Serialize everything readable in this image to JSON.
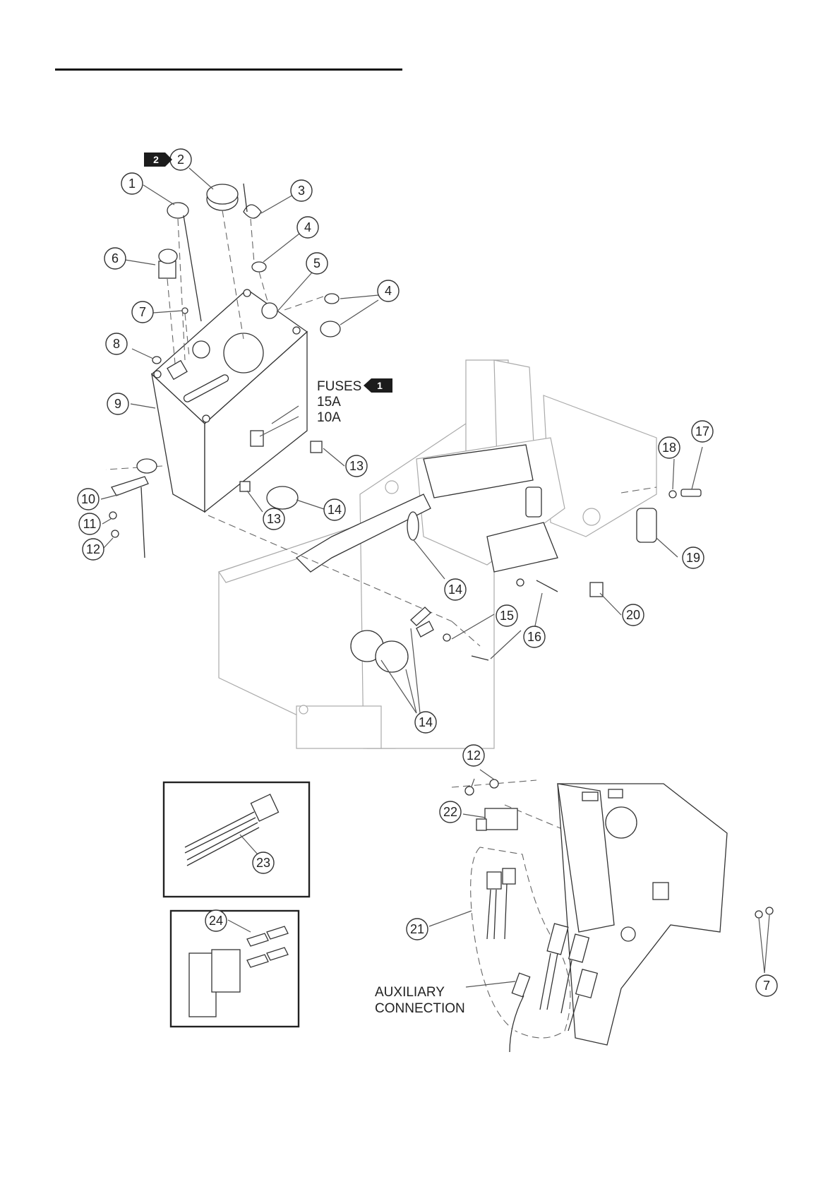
{
  "labels": {
    "fuses": "FUSES",
    "fuse_15a": "15A",
    "fuse_10a": "10A",
    "aux_line1": "AUXILIARY",
    "aux_line2": "CONNECTION"
  },
  "badges": {
    "fuses_note": "1",
    "item2_note": "2"
  },
  "callouts": [
    {
      "id": "c1",
      "num": "1"
    },
    {
      "id": "c2",
      "num": "2"
    },
    {
      "id": "c3",
      "num": "3"
    },
    {
      "id": "c4a",
      "num": "4"
    },
    {
      "id": "c4b",
      "num": "4"
    },
    {
      "id": "c5",
      "num": "5"
    },
    {
      "id": "c6",
      "num": "6"
    },
    {
      "id": "c7a",
      "num": "7"
    },
    {
      "id": "c8",
      "num": "8"
    },
    {
      "id": "c9",
      "num": "9"
    },
    {
      "id": "c10",
      "num": "10"
    },
    {
      "id": "c11",
      "num": "11"
    },
    {
      "id": "c12a",
      "num": "12"
    },
    {
      "id": "c13a",
      "num": "13"
    },
    {
      "id": "c13b",
      "num": "13"
    },
    {
      "id": "c14a",
      "num": "14"
    },
    {
      "id": "c14b",
      "num": "14"
    },
    {
      "id": "c14c",
      "num": "14"
    },
    {
      "id": "c15",
      "num": "15"
    },
    {
      "id": "c16",
      "num": "16"
    },
    {
      "id": "c17",
      "num": "17"
    },
    {
      "id": "c18",
      "num": "18"
    },
    {
      "id": "c19",
      "num": "19"
    },
    {
      "id": "c20",
      "num": "20"
    },
    {
      "id": "c12b",
      "num": "12"
    },
    {
      "id": "c22",
      "num": "22"
    },
    {
      "id": "c21",
      "num": "21"
    },
    {
      "id": "c7b",
      "num": "7"
    },
    {
      "id": "c23",
      "num": "23"
    },
    {
      "id": "c24",
      "num": "24"
    }
  ]
}
